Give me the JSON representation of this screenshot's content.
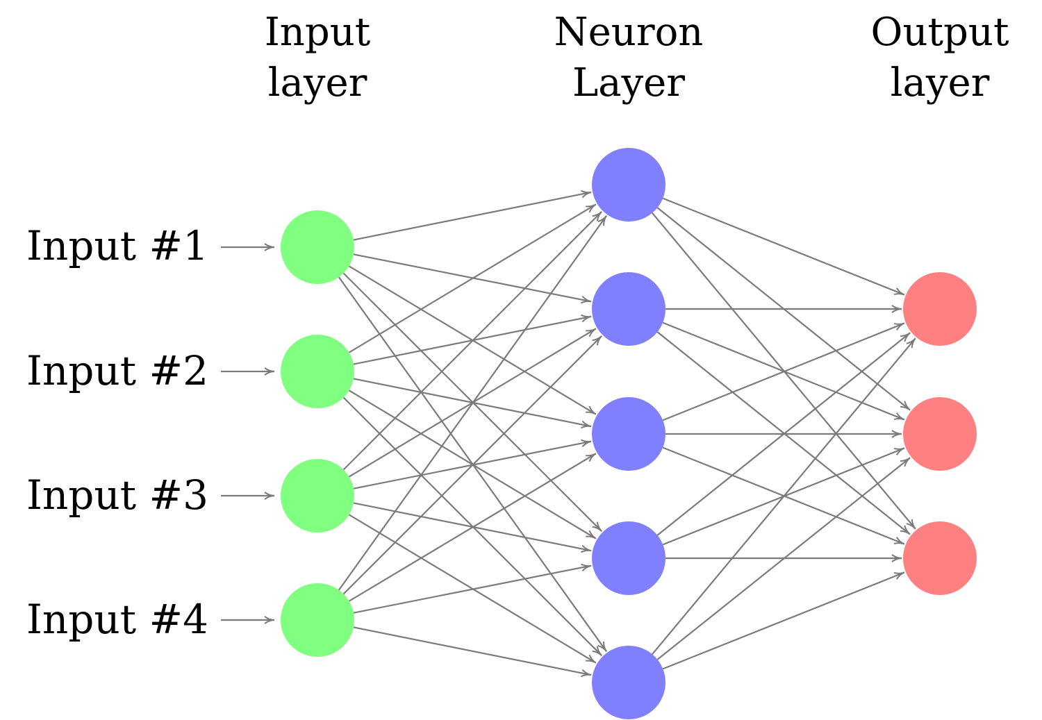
{
  "layers": {
    "input": {
      "title_lines": [
        "Input",
        "layer"
      ],
      "color": "#80ff80",
      "count": 4
    },
    "hidden": {
      "title_lines": [
        "Neuron",
        "Layer"
      ],
      "color": "#8080ff",
      "count": 5
    },
    "output": {
      "title_lines": [
        "Output",
        "layer"
      ],
      "color": "#ff8080",
      "count": 3
    }
  },
  "inputs": [
    "Input #1",
    "Input #2",
    "Input #3",
    "Input #4"
  ],
  "edge_color": "#7a7a7a",
  "connectivity": "fully-connected"
}
